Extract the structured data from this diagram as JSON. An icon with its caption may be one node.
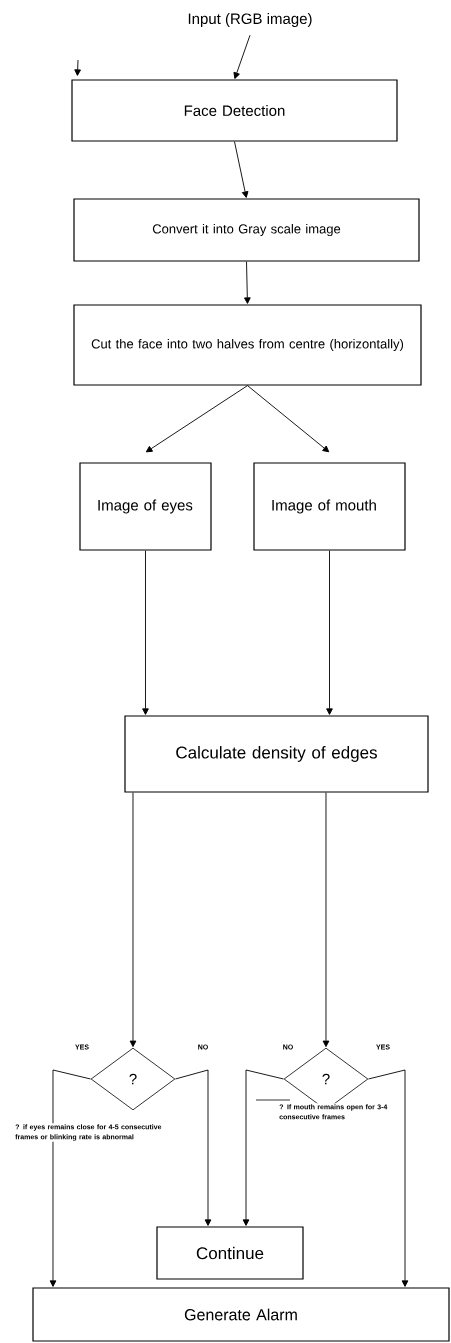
{
  "diagram": {
    "nodes": [
      {
        "text": [
          "Input (RGB image)"
        ]
      },
      {
        "text": [
          "Face Detection"
        ]
      },
      {
        "text": [
          "Convert it into Gray scale image"
        ]
      },
      {
        "text": [
          "Cut the face into two halves from centre (horizontally)"
        ]
      },
      {
        "text": [
          "Image of eyes"
        ]
      },
      {
        "text": [
          "Image of mouth"
        ]
      },
      {
        "text": [
          "Calculate density of edges"
        ]
      },
      {
        "text": [
          "?"
        ]
      },
      {
        "text": [
          "?"
        ]
      },
      {
        "text": [
          "Continue"
        ]
      },
      {
        "text": [
          "Generate Alarm"
        ]
      }
    ],
    "edges": [
      {
        "from": null,
        "to": 1,
        "arrow": "to"
      },
      {
        "from": 0,
        "to": 1,
        "arrow": "to"
      },
      {
        "from": 1,
        "to": 2,
        "arrow": "to"
      },
      {
        "from": 2,
        "to": 3,
        "arrow": "to"
      },
      {
        "from": 3,
        "to": 4,
        "arrow": "to"
      },
      {
        "from": 3,
        "to": 5,
        "arrow": "to"
      },
      {
        "from": 4,
        "to": 6,
        "arrow": "to"
      },
      {
        "from": 5,
        "to": 6,
        "arrow": "to"
      },
      {
        "from": 6,
        "to": 7,
        "arrow": "to"
      },
      {
        "from": 6,
        "to": 8,
        "arrow": "to"
      },
      {
        "from": 7,
        "to": 10,
        "arrow": "to",
        "label": "YES"
      },
      {
        "from": 7,
        "to": 9,
        "arrow": "to",
        "label": "NO"
      },
      {
        "from": 8,
        "to": 9,
        "arrow": "to",
        "label": "NO"
      },
      {
        "from": 8,
        "to": 10,
        "arrow": "to",
        "label": "YES"
      }
    ],
    "labels": [
      "? if eyes remains close for 4-5 consecutive frames or blinking rate is abnormal",
      "? If mouth remains open for 3-4 consecutive frames"
    ]
  }
}
